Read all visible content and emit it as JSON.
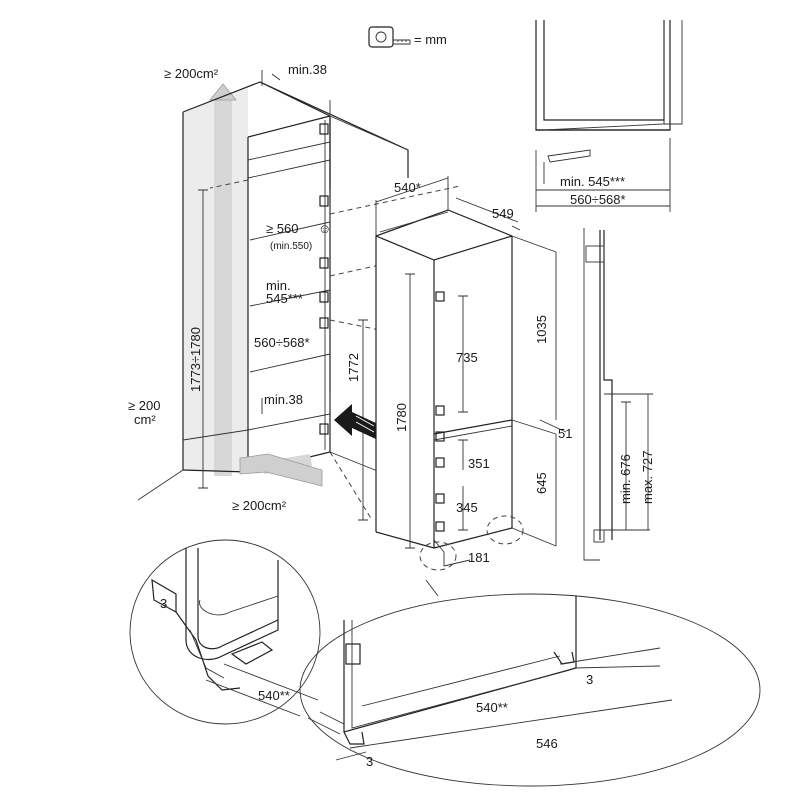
{
  "legend": {
    "symbol": "tape-measure",
    "equals_unit": "= mm"
  },
  "niche": {
    "top_vent": "≥ 200cm²",
    "top_gap": "min.38",
    "height": "1773÷1780",
    "depth_min": "≥ 560",
    "depth_min_sub": "(min.550)",
    "inner_depth_min_l1": "min.",
    "inner_depth_min_l2": "545***",
    "width": "560÷568*",
    "bottom_vent_l1": "≥ 200",
    "bottom_vent_l2": "cm²",
    "bottom_gap": "min.38",
    "bottom_vent": "≥ 200cm²",
    "door_height": "1772"
  },
  "appliance": {
    "width": "540*",
    "depth": "549",
    "height": "1780",
    "upper_section": "1035",
    "upper_hinge": "735",
    "divider": "51",
    "lower_section": "645",
    "lower_hinge_top": "351",
    "lower_hinge_bottom": "345",
    "base": "181"
  },
  "top_view": {
    "min_depth": "min. 545***",
    "width": "560÷568*"
  },
  "side_view": {
    "min_clearance": "min. 676",
    "max_clearance": "max. 727"
  },
  "detail_left": {
    "offset": "3",
    "width": "540**"
  },
  "detail_bottom": {
    "offset_right": "3",
    "inner_width": "540**",
    "outer_width": "546",
    "offset_left": "3"
  }
}
